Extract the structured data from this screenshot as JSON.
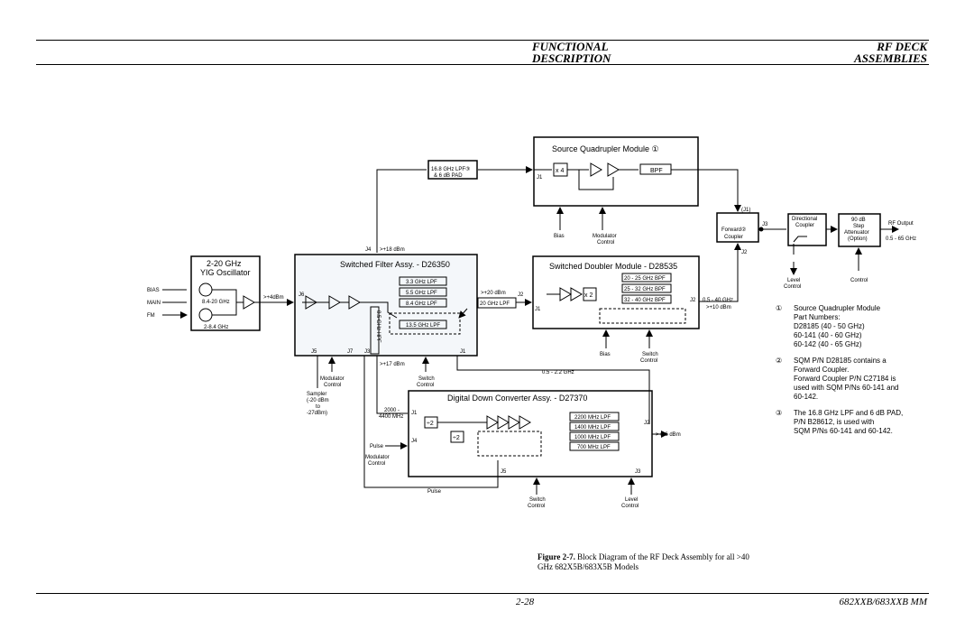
{
  "header": {
    "left_line1": "FUNCTIONAL",
    "left_line2": "DESCRIPTION",
    "right_line1": "RF DECK",
    "right_line2": "ASSEMBLIES"
  },
  "footer": {
    "page": "2-28",
    "model": "682XXB/683XXB MM"
  },
  "caption": {
    "label": "Figure 2-7.",
    "text": "Block Diagram of the RF Deck Assembly for all >40 GHz 682X5B/683X5B Models"
  },
  "diagram": {
    "source_quad": {
      "title": "Source Quadrupler Module ①",
      "x4": "x 4",
      "bpf": "BPF",
      "j1": "J1",
      "bias": "Bias",
      "mod1": "Modulator",
      "mod2": "Control",
      "j1_out": "(J1)"
    },
    "lpf_pad": {
      "line1": "16.8 GHz LPF③",
      "line2": "& 6 dB PAD"
    },
    "forward_coupler": {
      "line1": "Forward②",
      "line2": "Coupler",
      "j3": "J3",
      "j2": "J2"
    },
    "dir_coupler": {
      "line1": "Directional",
      "line2": "Coupler",
      "level1": "Level",
      "level2": "Control"
    },
    "attenuator": {
      "line1": "90 dB",
      "line2": "Step",
      "line3": "Attenuator",
      "line4": "(Option)",
      "control": "Control"
    },
    "rf_output": {
      "label": "RF Output",
      "range": "0.5 - 65 GHz"
    },
    "yig": {
      "title1": "2-20 GHz",
      "title2": "YIG Oscillator",
      "band_high": "8.4-20 GHz",
      "band_low": "2-8.4 GHz",
      "bias": "BIAS",
      "main": "MAIN",
      "fm": "FM",
      "out": ">+4dBm"
    },
    "sfa": {
      "title": "Switched Filter Assy. - D26350",
      "j4": "J4",
      "j4_power": ">+18 dBm",
      "j6": "J6",
      "j5": "J5",
      "j7": "J7",
      "j3": "J3",
      "j1": "J1",
      "j3_power": ">+17 dBm",
      "filters": [
        "3.3 GHz LPF",
        "5.5 GHz LPF",
        "8.4 GHz LPF"
      ],
      "filter_low": "13.5 GHz LPF",
      "filter_vert": "8.5 GHz HPF",
      "mod1": "Modulator",
      "mod2": "Control",
      "sw1": "Switch",
      "sw2": "Control",
      "sampler": [
        "Sampler",
        "(-20 dBm",
        "to",
        "-27dBm)"
      ]
    },
    "mid_lpf": {
      "label": "20 GHz LPF",
      "power": ">+20 dBm"
    },
    "doubler": {
      "title": "Switched Doubler Module - D28535",
      "j1": "J1",
      "j2": "J2",
      "j2_in": "J2",
      "x2": "x 2",
      "filters": [
        "20 - 25 GHz BPF",
        "25 - 32 GHz BPF",
        "32 - 40 GHz BPF"
      ],
      "out1": "0.5 - 40 GHz",
      "out2": ">+10 dBm",
      "bias": "Bias",
      "sw1": "Switch",
      "sw2": "Control"
    },
    "ddc": {
      "title": "Digital Down Converter Assy. - D27370",
      "j1": "J1",
      "j4": "J4",
      "j5": "J5",
      "j2": "J2",
      "j3": "J3",
      "in1": "2000 -",
      "in2": "4400 MHz",
      "div1": "÷2",
      "div2": "÷2",
      "filters": [
        "2200 MHz LPF",
        "1400 MHz LPF",
        "1000 MHz LPF",
        "700 MHz LPF"
      ],
      "out": ">+16 dBm",
      "pulse": "Pulse",
      "mod1": "Modulator",
      "mod2": "Control",
      "sw1": "Switch",
      "sw2": "Control",
      "lvl1": "Level",
      "lvl2": "Control",
      "band": "0.5 - 2.2 GHz",
      "pulse_bottom": "Pulse"
    }
  },
  "notes": [
    {
      "num": "①",
      "lines": [
        "Source Quadrupler Module",
        "Part Numbers:",
        "D28185 (40 - 50 GHz)",
        "60-141  (40 - 60 GHz)",
        "60-142  (40 - 65 GHz)"
      ]
    },
    {
      "num": "②",
      "lines": [
        "SQM P/N D28185 contains a",
        "Forward Coupler.",
        "Forward Coupler P/N C27184 is",
        "used with SQM P/Ns 60-141 and",
        "60-142."
      ]
    },
    {
      "num": "③",
      "lines": [
        "The 16.8 GHz LPF and 6 dB PAD,",
        "P/N B28612, is used with",
        "SQM P/Ns 60-141 and 60-142."
      ]
    }
  ]
}
